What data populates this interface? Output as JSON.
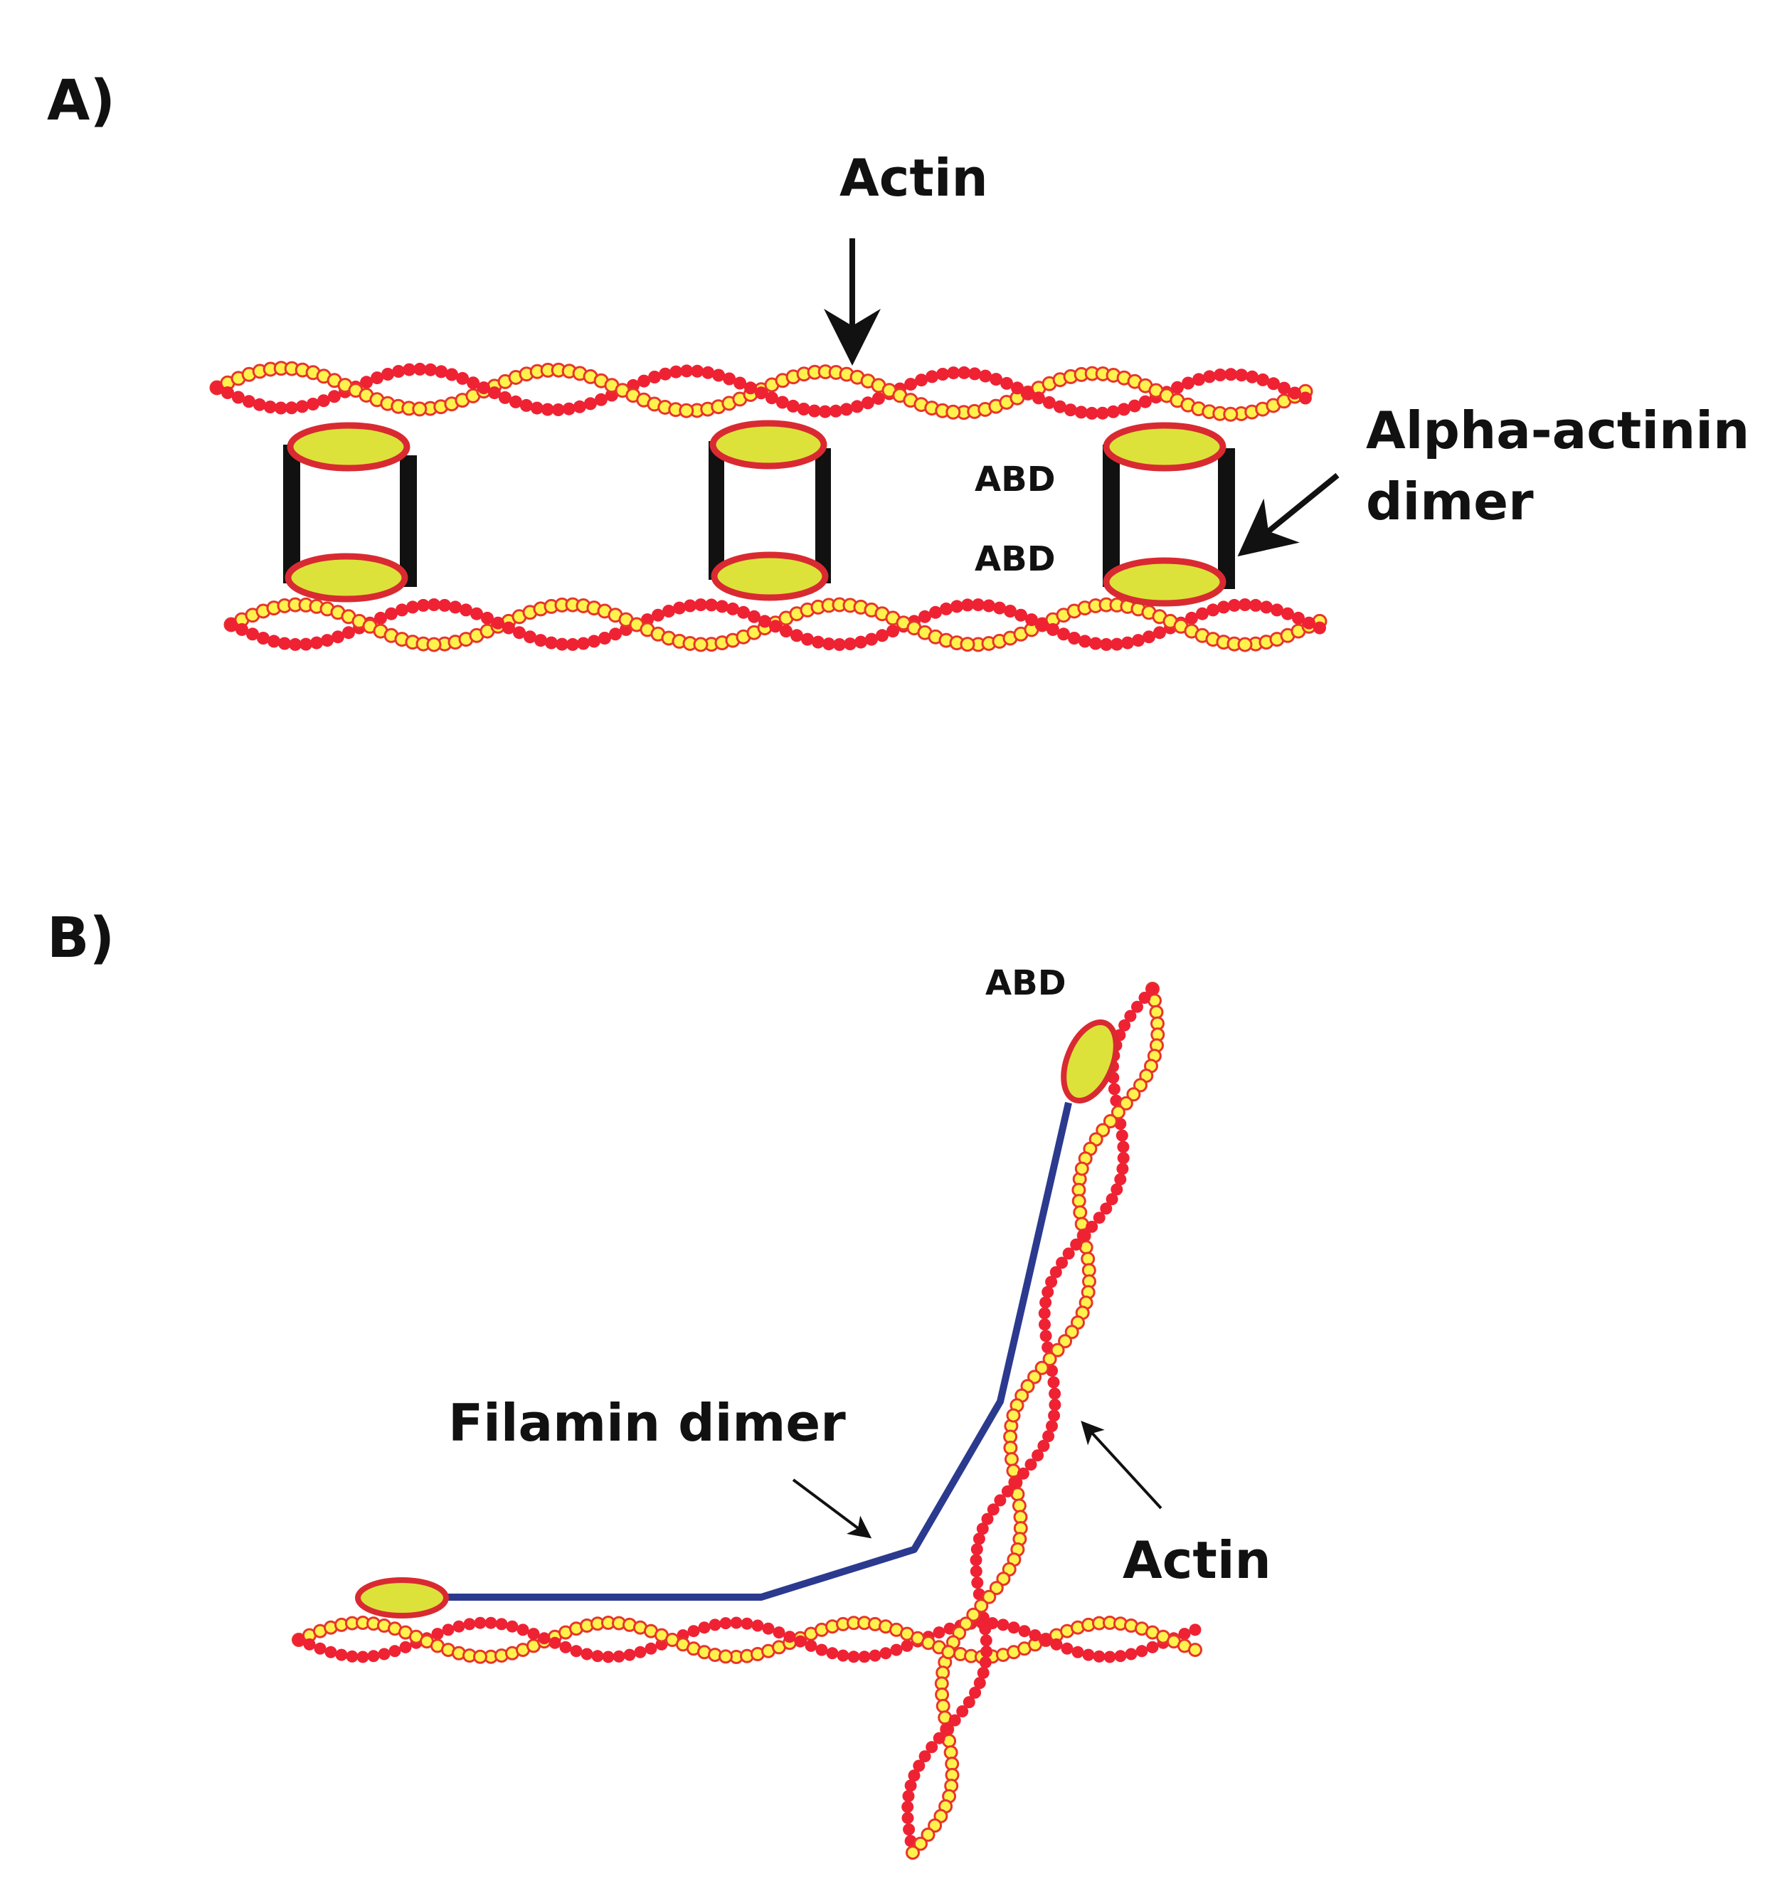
{
  "colors": {
    "red_bead": "#ee2233",
    "yellow_bead": "#fff24d",
    "yellow_bead_outline": "#e8352b",
    "abd_fill": "#dde23a",
    "abd_outline": "#d92a32",
    "alpha_actinin_rod": "#111111",
    "filamin_line": "#2b3a8f",
    "arrow": "#111111"
  },
  "panel_a": {
    "label": "A)",
    "actin_label": "Actin",
    "alpha_actinin_label_line1": "Alpha-actinin",
    "alpha_actinin_label_line2": "dimer",
    "abd_label_top": "ABD",
    "abd_label_bottom": "ABD"
  },
  "panel_b": {
    "label": "B)",
    "abd_label": "ABD",
    "filamin_label": "Filamin dimer",
    "actin_label": "Actin"
  }
}
